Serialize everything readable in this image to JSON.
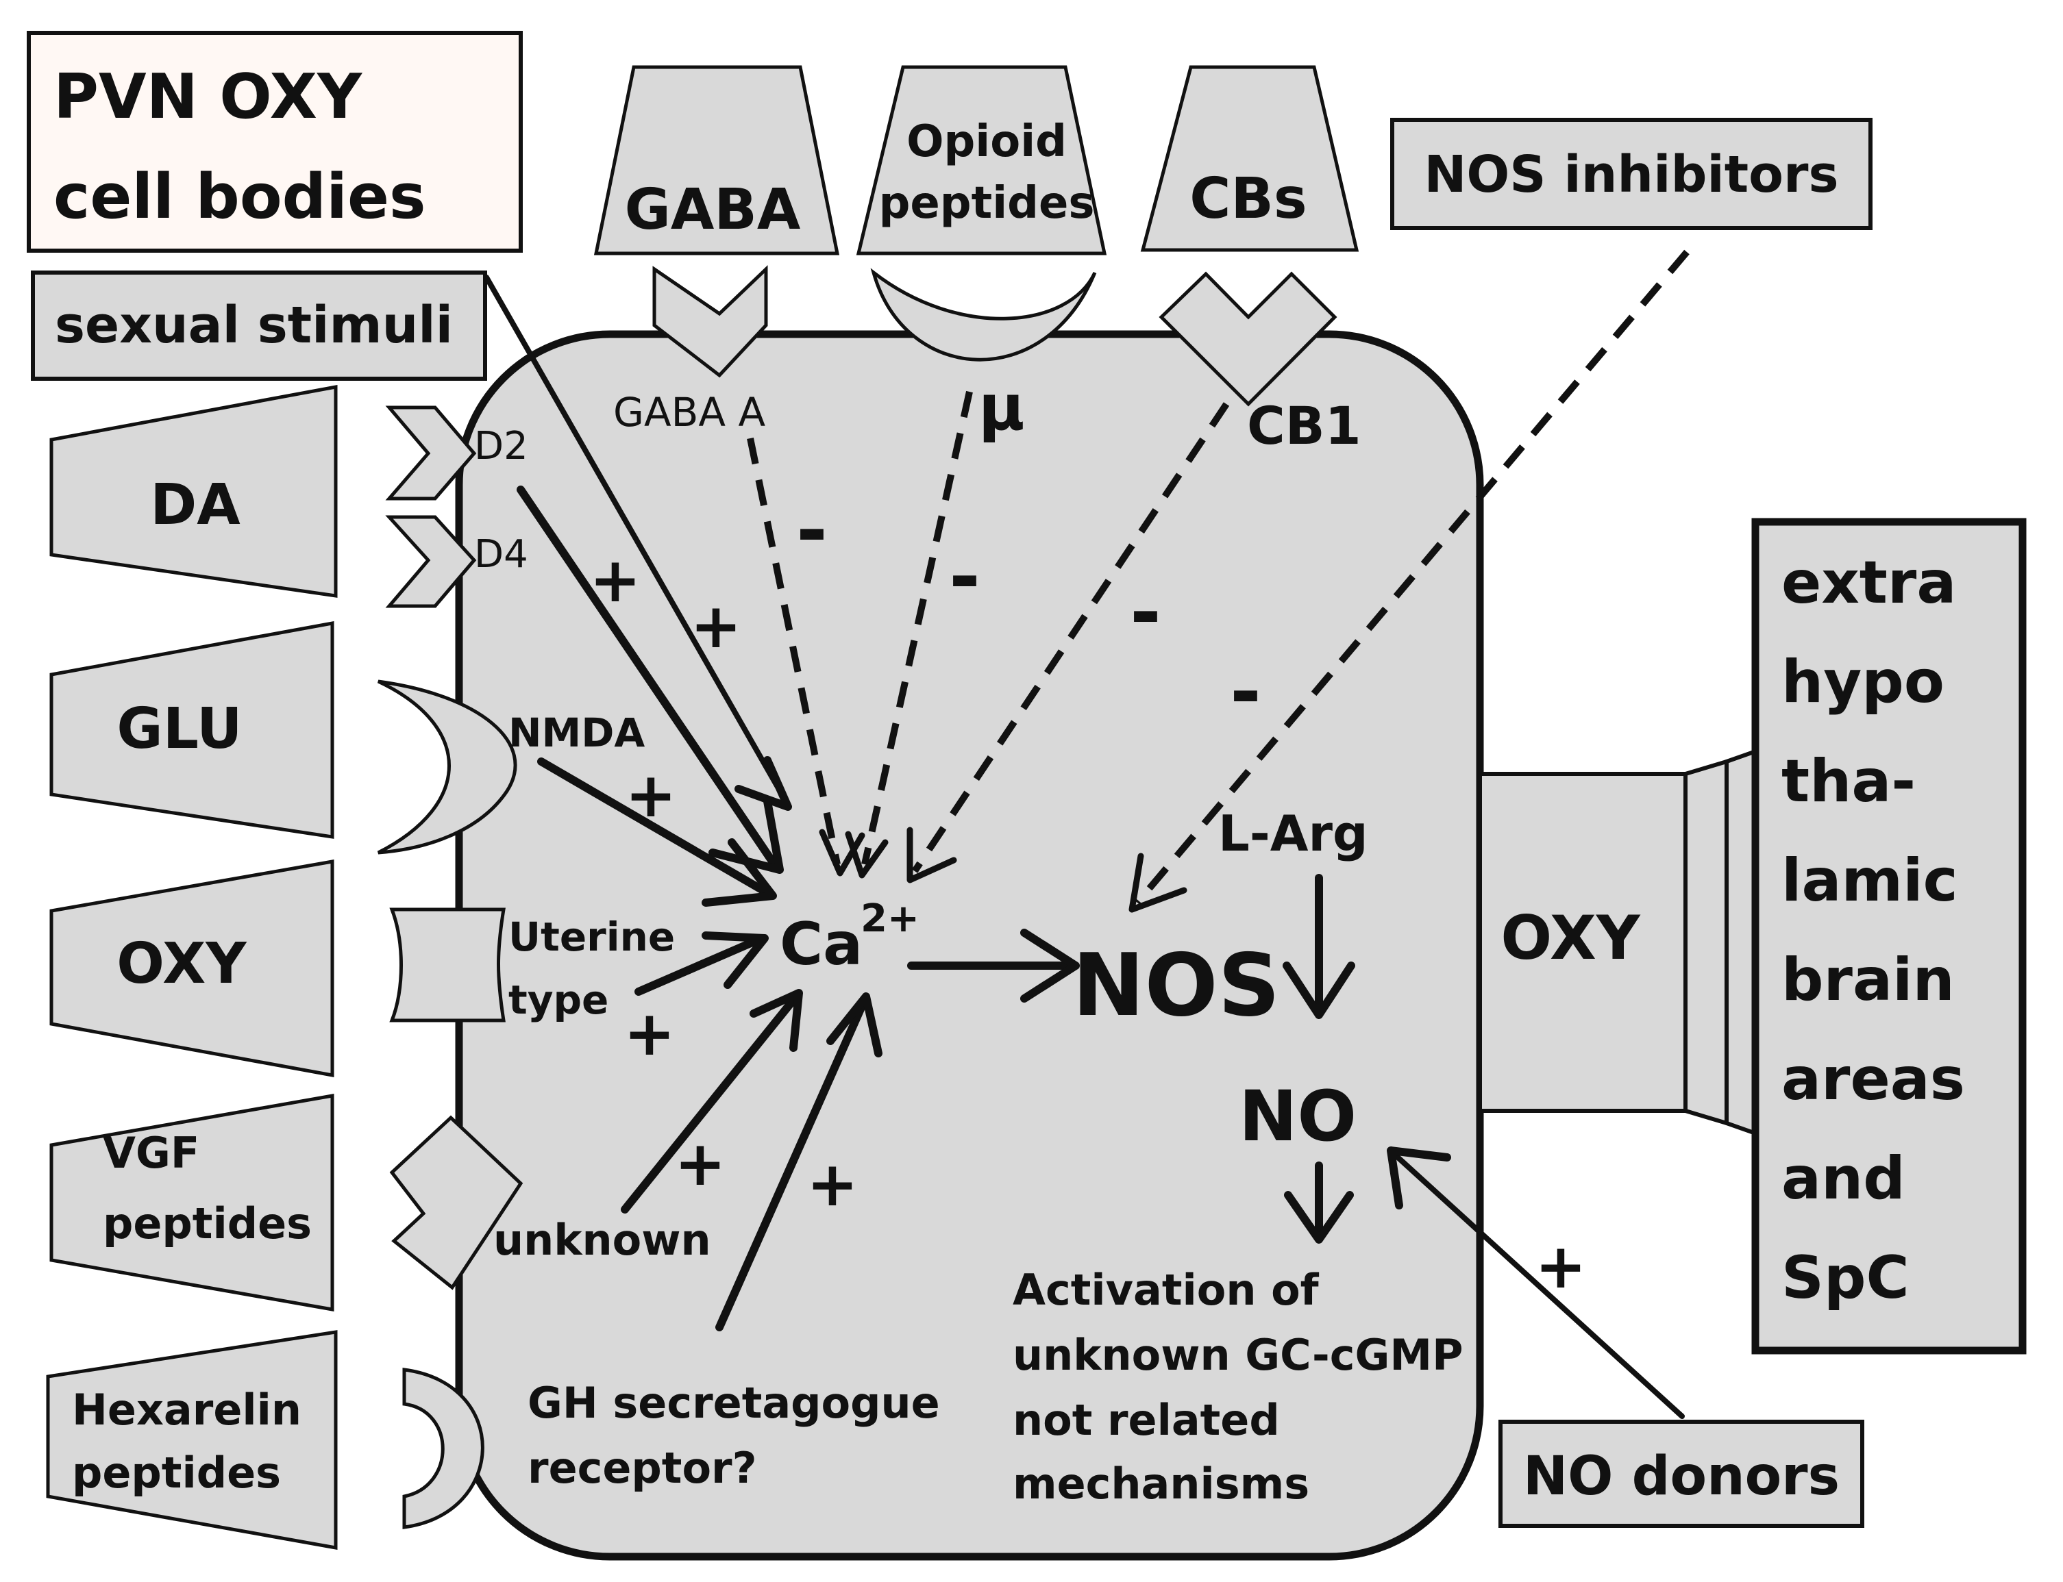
{
  "title_box": {
    "line1": "PVN OXY",
    "line2": "cell bodies"
  },
  "labels": {
    "sexual_stimuli": "sexual stimuli",
    "nos_inhibitors": "NOS inhibitors",
    "no_donors": "NO donors",
    "gaba": "GABA",
    "opioid_line1": "Opioid",
    "opioid_line2": "peptides",
    "cbs": "CBs",
    "da": "DA",
    "glu": "GLU",
    "oxy_left": "OXY",
    "vgf_line1": "VGF",
    "vgf_line2": "peptides",
    "hexarelin_line1": "Hexarelin",
    "hexarelin_line2": "peptides",
    "oxy_right": "OXY",
    "extra": [
      "extra",
      "hypo",
      "tha-",
      "lamic",
      "brain",
      "areas",
      "and",
      "SpC"
    ]
  },
  "receptors": {
    "gaba_a": "GABA A",
    "mu": "μ",
    "cb1": "CB1",
    "d2": "D2",
    "d4": "D4",
    "nmda": "NMDA",
    "uterine_line1": "Uterine",
    "uterine_line2": "type",
    "unknown": "unknown",
    "ghs_line1": "GH secretagogue",
    "ghs_line2": "receptor?"
  },
  "cell": {
    "ca": "Ca",
    "ca_sup": "2+",
    "nos": "NOS",
    "larg": "L-Arg",
    "no": "NO",
    "activation_lines": [
      "Activation of",
      "unknown GC-cGMP",
      "not related",
      "mechanisms"
    ]
  },
  "signs": {
    "plus": "+",
    "minus": "-"
  }
}
